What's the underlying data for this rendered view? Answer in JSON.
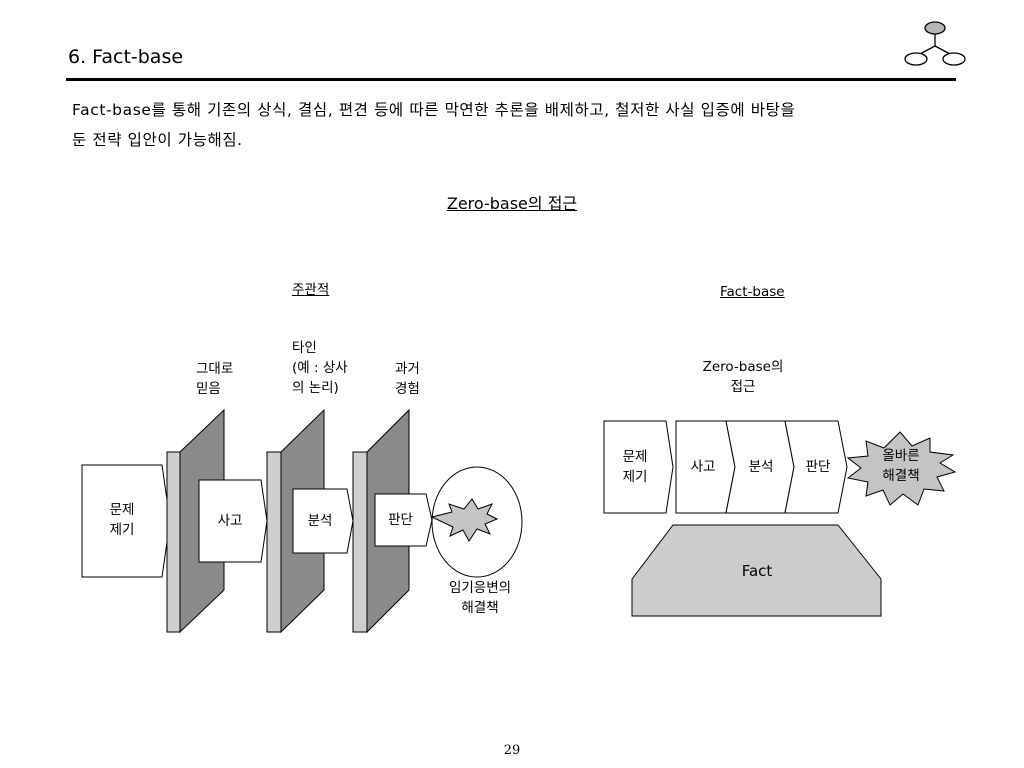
{
  "header": {
    "title": "6. Fact-base",
    "logo_icon": "network-nodes-icon"
  },
  "intro": {
    "line1": "Fact-base를 통해 기존의 상식, 결심, 편견 등에 따른 막연한 추론을 배제하고, 철저한 사실 입증에 바탕을",
    "line2": "둔 전략 입안이 가능해짐."
  },
  "subtitle": "Zero-base의 접근",
  "left": {
    "heading": "주관적",
    "barriers": [
      {
        "line1": "그대로",
        "line2": "믿음",
        "line3": ""
      },
      {
        "line1": "타인",
        "line2": "(예 : 상사",
        "line3": "의 논리)"
      },
      {
        "line1": "과거",
        "line2": "경험",
        "line3": ""
      }
    ],
    "steps": [
      {
        "line1": "문제",
        "line2": "제기"
      },
      {
        "line1": "사고",
        "line2": ""
      },
      {
        "line1": "분석",
        "line2": ""
      },
      {
        "line1": "판단",
        "line2": ""
      }
    ],
    "result": {
      "line1": "임기응변의",
      "line2": "해결책"
    }
  },
  "right": {
    "heading": "Fact-base",
    "approach": {
      "line1": "Zero-base의",
      "line2": "접근"
    },
    "steps": [
      {
        "line1": "문제",
        "line2": "제기"
      },
      {
        "line1": "사고",
        "line2": ""
      },
      {
        "line1": "분석",
        "line2": ""
      },
      {
        "line1": "판단",
        "line2": ""
      }
    ],
    "result": {
      "line1": "올바른",
      "line2": "해결책"
    },
    "foundation": "Fact"
  },
  "page_number": "29",
  "colors": {
    "barrier_front": "#cfcfcf",
    "barrier_side": "#8a8a8a",
    "burst": "#c4c4c4",
    "fact_fill": "#cccccc"
  }
}
